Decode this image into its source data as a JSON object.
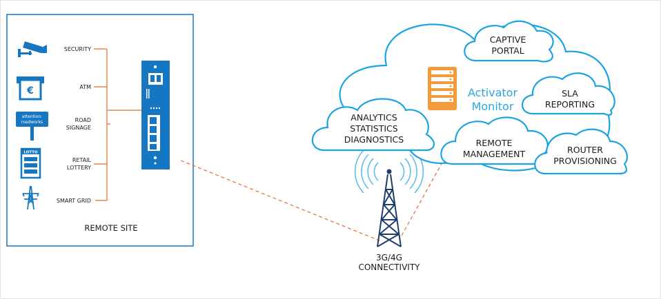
{
  "colors": {
    "accent_blue": "#1577c2",
    "cloud_stroke": "#1aa3e0",
    "line_orange": "#e4692f",
    "server_orange": "#f39a3c",
    "activator_blue": "#2aa6df"
  },
  "remote_site": {
    "title": "REMOTE SITE",
    "items": [
      {
        "label_lines": [
          "SECURITY"
        ],
        "icon": "security-camera-icon"
      },
      {
        "label_lines": [
          "ATM"
        ],
        "icon": "atm-icon"
      },
      {
        "label_lines": [
          "ROAD",
          "SIGNAGE"
        ],
        "icon": "road-sign-icon",
        "sign_text": [
          "attention:",
          "roadworks"
        ]
      },
      {
        "label_lines": [
          "RETAIL",
          "LOTTERY"
        ],
        "icon": "lottery-terminal-icon",
        "sign_text": [
          "LOTTO"
        ]
      },
      {
        "label_lines": [
          "SMART GRID"
        ],
        "icon": "power-pylon-icon"
      }
    ],
    "atm_symbol": "€"
  },
  "tower": {
    "label_lines": [
      "3G/4G",
      "CONNECTIVITY"
    ]
  },
  "cloud": {
    "center_lines": [
      "Activator",
      "Monitor"
    ],
    "bubbles": [
      {
        "name": "captive-portal",
        "lines": [
          "CAPTIVE",
          "PORTAL"
        ]
      },
      {
        "name": "sla-reporting",
        "lines": [
          "SLA",
          "REPORTING"
        ]
      },
      {
        "name": "analytics",
        "lines": [
          "ANALYTICS",
          "STATISTICS",
          "DIAGNOSTICS"
        ]
      },
      {
        "name": "remote-management",
        "lines": [
          "REMOTE",
          "MANAGEMENT"
        ]
      },
      {
        "name": "router-provisioning",
        "lines": [
          "ROUTER",
          "PROVISIONING"
        ]
      }
    ]
  }
}
